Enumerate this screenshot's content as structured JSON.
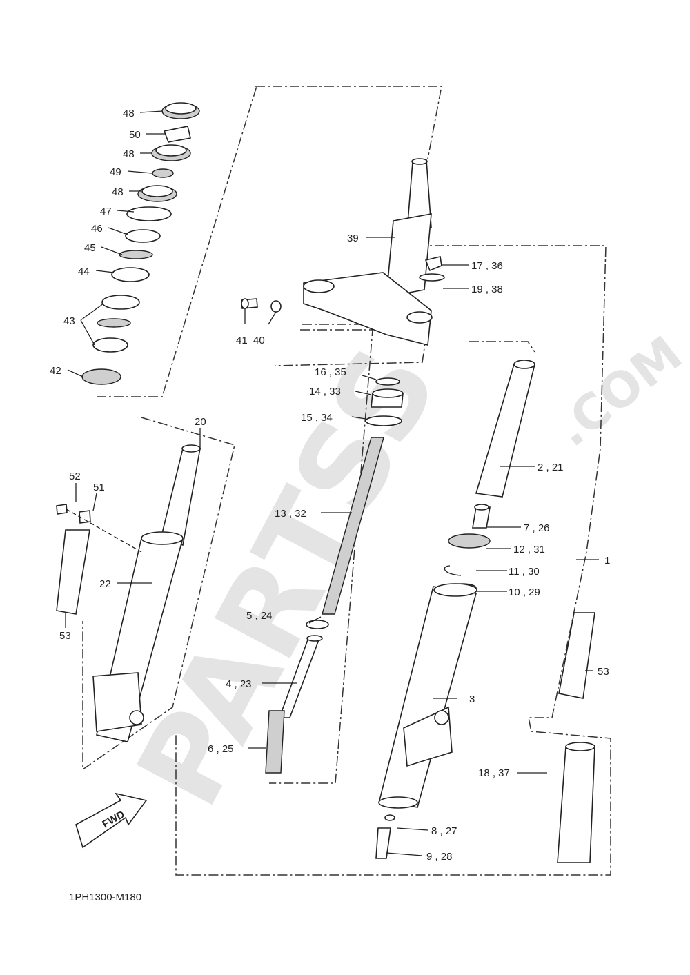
{
  "diagram": {
    "code": "1PH1300-M180",
    "watermark_main": "PARTSS",
    "watermark_tld": ".COM",
    "fwd_label": "FWD",
    "labels": {
      "p1": "1",
      "p2_21": "2 , 21",
      "p3": "3",
      "p4_23": "4 , 23",
      "p5_24": "5 , 24",
      "p6_25": "6 , 25",
      "p7_26": "7 , 26",
      "p8_27": "8 , 27",
      "p9_28": "9 , 28",
      "p10_29": "10 , 29",
      "p11_30": "11 , 30",
      "p12_31": "12 , 31",
      "p13_32": "13 , 32",
      "p14_33": "14 , 33",
      "p15_34": "15 , 34",
      "p16_35": "16 , 35",
      "p17_36": "17 , 36",
      "p18_37": "18 , 37",
      "p19_38": "19 , 38",
      "p20": "20",
      "p22": "22",
      "p39": "39",
      "p40": "40",
      "p41": "41",
      "p42": "42",
      "p43": "43",
      "p44": "44",
      "p45": "45",
      "p46": "46",
      "p47": "47",
      "p48a": "48",
      "p48b": "48",
      "p48c": "48",
      "p49": "49",
      "p50": "50",
      "p51": "51",
      "p52": "52",
      "p53a": "53",
      "p53b": "53"
    }
  }
}
